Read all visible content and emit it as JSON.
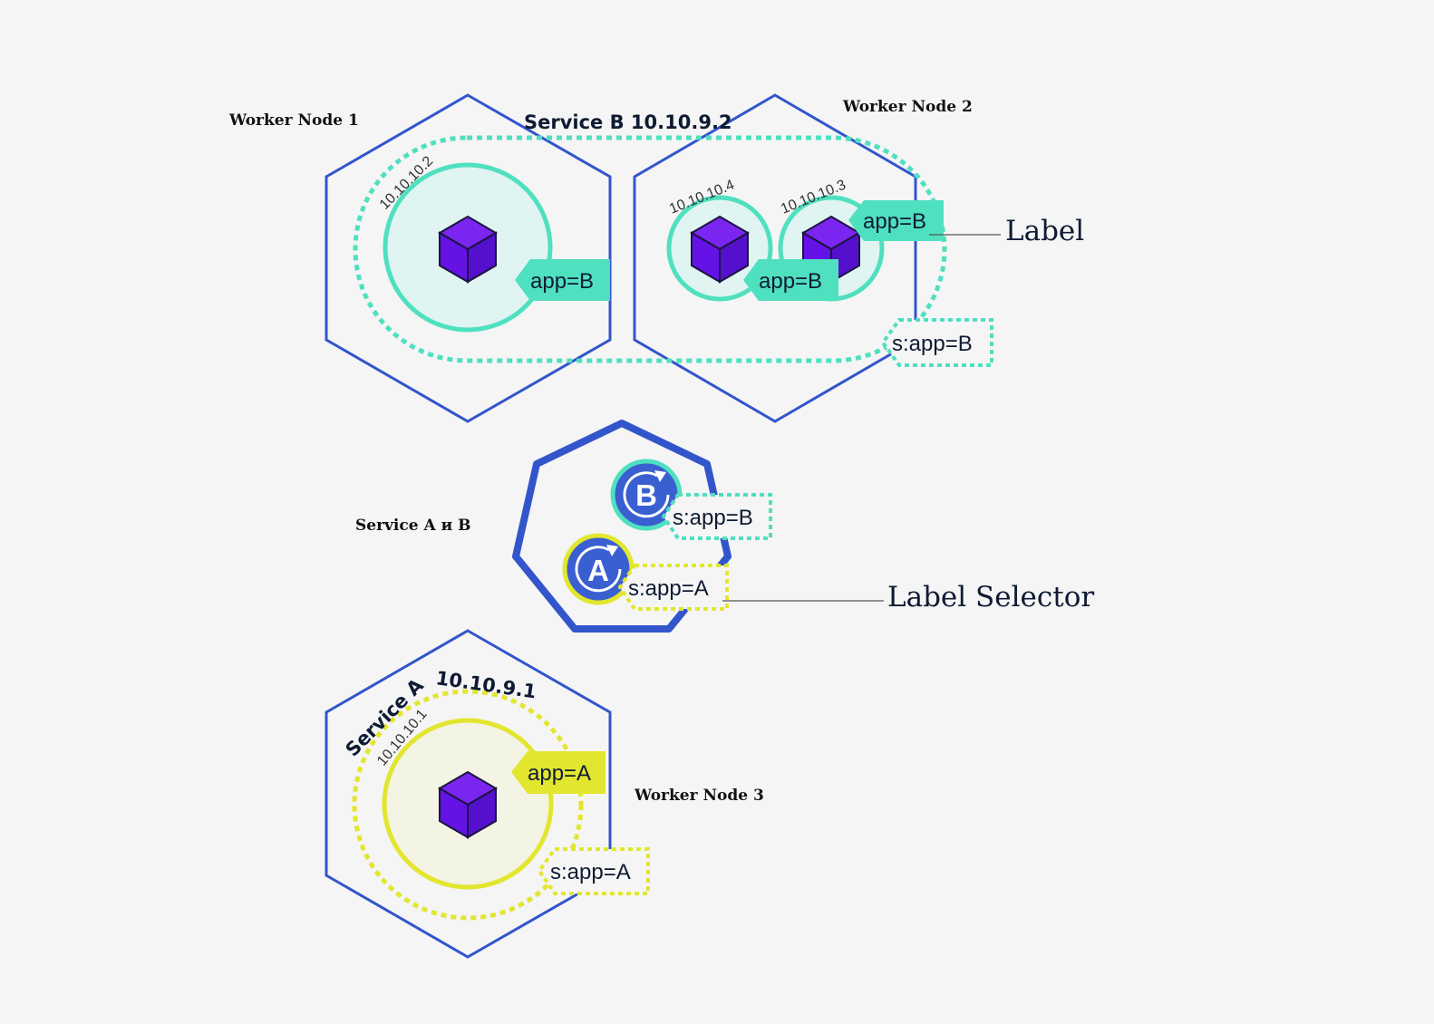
{
  "nodes": {
    "worker1": "Worker Node 1",
    "worker2": "Worker Node 2",
    "worker3": "Worker Node 3",
    "services": "Service A и B"
  },
  "services": {
    "b_title": "Service B 10.10.9.2",
    "a_name": "Service A",
    "a_ip": "10.10.9.1"
  },
  "pods": {
    "ip1": "10.10.10.2",
    "ip2": "10.10.10.4",
    "ip3": "10.10.10.3",
    "ip4": "10.10.10.1"
  },
  "labels": {
    "app_b": "app=B",
    "app_a": "app=A",
    "sel_b": "s:app=B",
    "sel_a": "s:app=A"
  },
  "icons": {
    "b": "B",
    "a": "A"
  },
  "callouts": {
    "label": "Label",
    "label_selector": "Label Selector"
  },
  "colors": {
    "node_border": "#3355cc",
    "teal": "#4fe0c0",
    "yellow": "#e2e62e",
    "pod_cube": "#6a12ea",
    "service_blue": "#3a5fd0",
    "text": "#0f1b33"
  }
}
